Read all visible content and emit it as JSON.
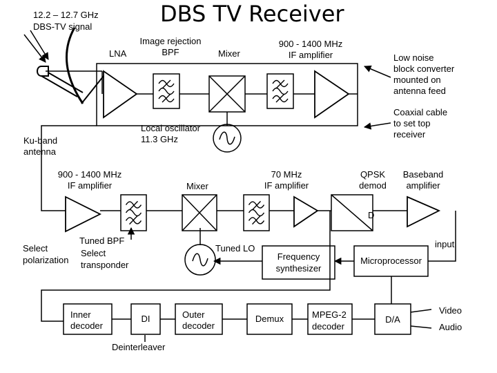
{
  "title": "DBS TV Receiver",
  "signal_label": [
    "12.2 – 12.7 GHz",
    "DBS-TV signal"
  ],
  "antenna_label": [
    "Ku-band",
    "antenna"
  ],
  "lnb": {
    "lna": "LNA",
    "image_filter": [
      "Image rejection",
      "BPF"
    ],
    "mixer": "Mixer",
    "if_amp": [
      "900 - 1400 MHz",
      "IF amplifier"
    ],
    "lo": [
      "Local oscillator",
      "11.3 GHz"
    ],
    "note": [
      "Low noise",
      "block converter",
      "mounted on",
      "antenna feed"
    ]
  },
  "cable_note": [
    "Coaxial cable",
    "to set top",
    "receiver"
  ],
  "row2": {
    "if_amp": [
      "900 - 1400 MHz",
      "IF amplifier"
    ],
    "mixer": "Mixer",
    "if70": [
      "70 MHz",
      "IF amplifier"
    ],
    "qpsk": [
      "QPSK",
      "demod"
    ],
    "baseband": [
      "Baseband",
      "amplifier"
    ],
    "d": "D",
    "tuned_bpf": "Tuned BPF",
    "select_polarization": [
      "Select",
      "polarization"
    ],
    "select_transponder": [
      "Select",
      "transponder"
    ],
    "tuned_lo": "Tuned LO",
    "freq_synth": [
      "Frequency",
      "synthesizer"
    ],
    "micro": "Microprocessor",
    "input": "input"
  },
  "row3": {
    "inner_decoder": [
      "Inner",
      "decoder"
    ],
    "di": "DI",
    "deinterleaver": "Deinterleaver",
    "outer_decoder": [
      "Outer",
      "decoder"
    ],
    "demux": "Demux",
    "mpeg": [
      "MPEG-2",
      "decoder"
    ],
    "da": "D/A",
    "video": "Video",
    "audio": "Audio"
  }
}
